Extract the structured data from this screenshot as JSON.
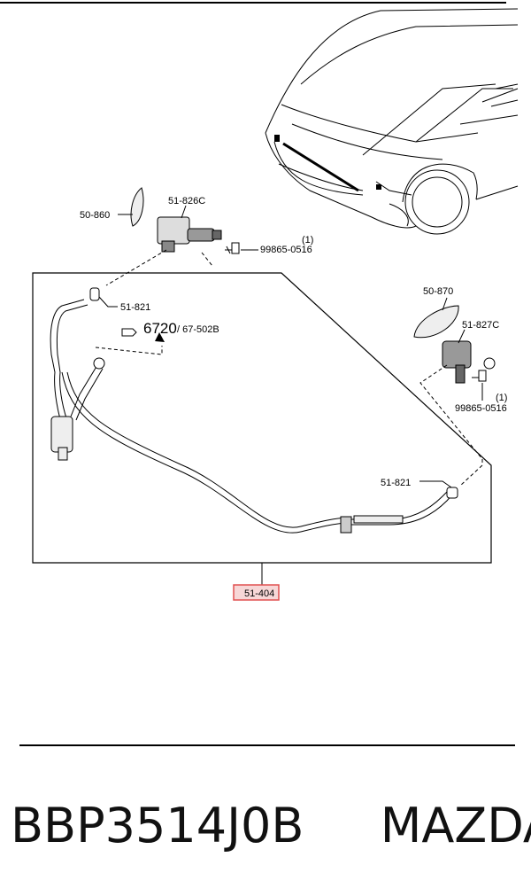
{
  "parts": {
    "p50860": "50-860",
    "p51826c": "51-826C",
    "p99865a": "99865-0516",
    "qty_a": "(1)",
    "p51821a": "51-821",
    "ref_num": "6720",
    "ref_sub": "/ 67-502B",
    "p50870": "50-870",
    "p51827c": "51-827C",
    "p99865b": "99865-0516",
    "qty_b": "(1)",
    "p51821b": "51-821",
    "p51404": "51-404"
  },
  "highlight_color": "#e05050",
  "caption": {
    "part_number": "BBP3514J0B",
    "brand": "MAZDA"
  }
}
